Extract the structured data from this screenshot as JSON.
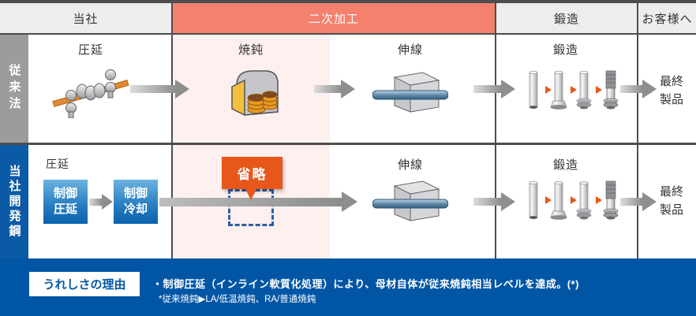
{
  "header": {
    "col_company": "当社",
    "col_secondary": "二次加工",
    "col_forging": "鍛造",
    "col_customer": "お客様へ"
  },
  "row_conventional": {
    "side_label": "従来法",
    "step_rolling": "圧延",
    "step_annealing": "焼鈍",
    "step_drawing": "伸線",
    "step_forging": "鍛造",
    "final_product": "最終\n製品"
  },
  "row_developed": {
    "side_label": "当社開発鋼",
    "step_rolling": "圧延",
    "box_controlled_rolling": "制御\n圧延",
    "box_controlled_cooling": "制御\n冷却",
    "omitted_label": "省略",
    "step_drawing": "伸線",
    "step_forging": "鍛造",
    "final_product": "最終\n製品"
  },
  "footer": {
    "badge": "うれしさの理由",
    "line1": "・制御圧延（インライン軟質化処理）により、母材自体が従来焼鈍相当レベルを達成。(*)",
    "line2": "*従来焼鈍▶LA/低温焼鈍、RA/普通焼鈍"
  },
  "icons": {
    "rolling": "rolling-mill-icon",
    "annealing": "annealing-furnace-icon",
    "drawing": "wire-drawing-die-icon",
    "forging": "forging-steps-icon",
    "arrow": "flow-arrow-icon"
  },
  "colors": {
    "accent_salmon": "#f4806e",
    "accent_pink": "#fdf0ee",
    "brand_blue": "#0056a5",
    "gray_bar": "#9c9c9c",
    "omit_orange": "#e7571b",
    "grid": "#4d4d4d"
  }
}
